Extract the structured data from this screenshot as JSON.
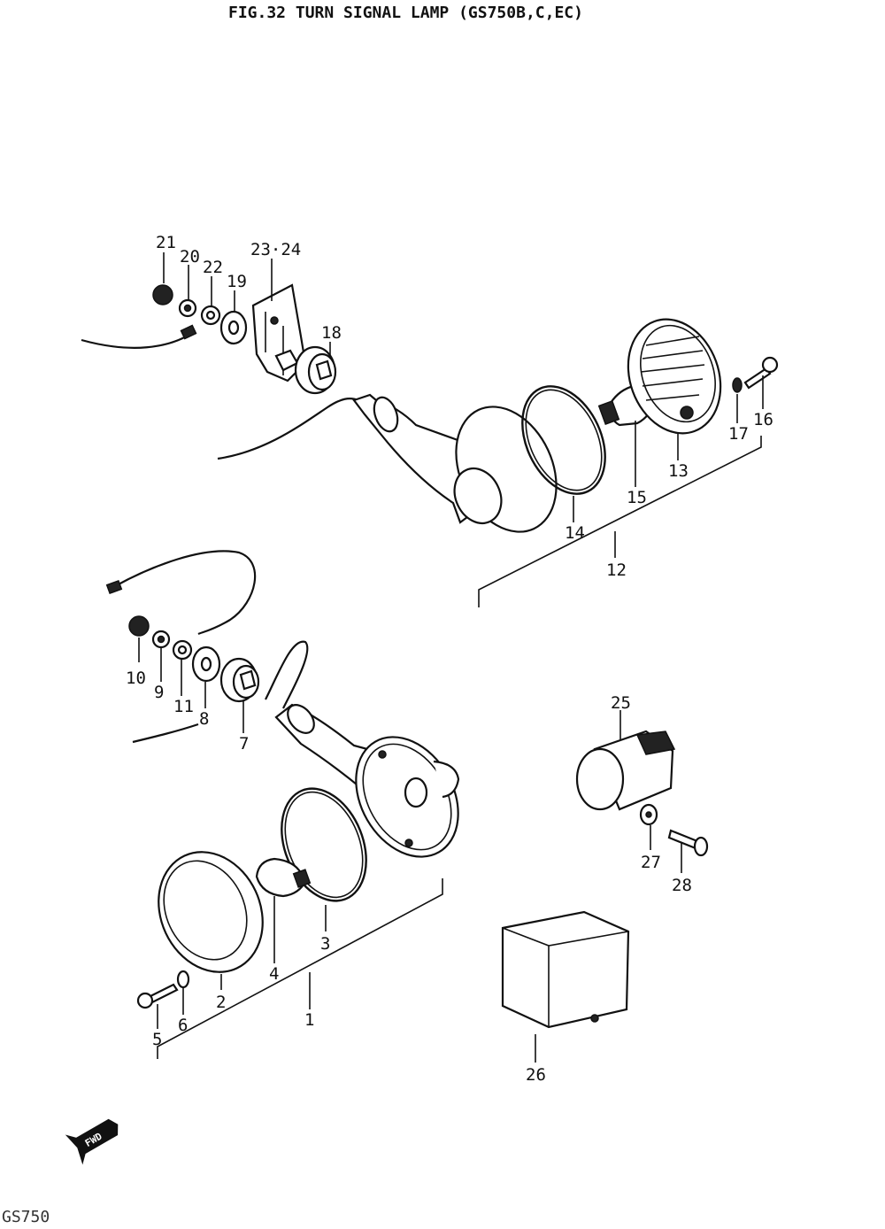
{
  "title": "FIG.32  TURN SIGNAL LAMP (GS750B,C,EC)",
  "footer_model": "GS750",
  "direction_badge": "FWD",
  "callouts": [
    {
      "id": "c1",
      "label": "1"
    },
    {
      "id": "c2",
      "label": "2"
    },
    {
      "id": "c3",
      "label": "3"
    },
    {
      "id": "c4",
      "label": "4"
    },
    {
      "id": "c5",
      "label": "5"
    },
    {
      "id": "c6",
      "label": "6"
    },
    {
      "id": "c7",
      "label": "7"
    },
    {
      "id": "c8",
      "label": "8"
    },
    {
      "id": "c9",
      "label": "9"
    },
    {
      "id": "c10",
      "label": "10"
    },
    {
      "id": "c11",
      "label": "11"
    },
    {
      "id": "c12",
      "label": "12"
    },
    {
      "id": "c13",
      "label": "13"
    },
    {
      "id": "c14",
      "label": "14"
    },
    {
      "id": "c15",
      "label": "15"
    },
    {
      "id": "c16",
      "label": "16"
    },
    {
      "id": "c17",
      "label": "17"
    },
    {
      "id": "c18",
      "label": "18"
    },
    {
      "id": "c19",
      "label": "19"
    },
    {
      "id": "c20",
      "label": "20"
    },
    {
      "id": "c21",
      "label": "21"
    },
    {
      "id": "c22",
      "label": "22"
    },
    {
      "id": "c23",
      "label": "23·24"
    },
    {
      "id": "c25",
      "label": "25"
    },
    {
      "id": "c26",
      "label": "26"
    },
    {
      "id": "c27",
      "label": "27"
    },
    {
      "id": "c28",
      "label": "28"
    }
  ]
}
